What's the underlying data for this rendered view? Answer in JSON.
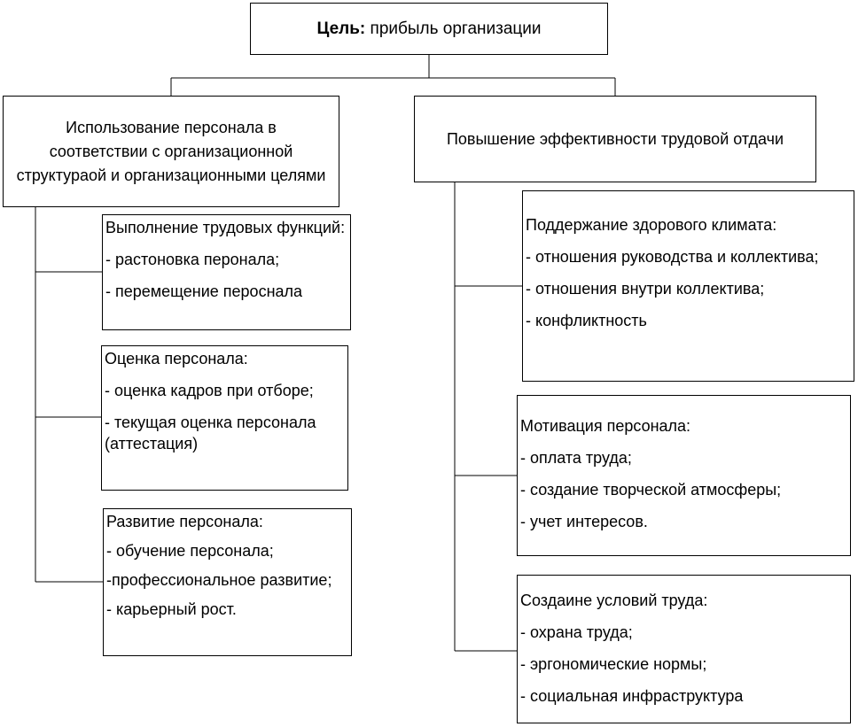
{
  "goal": {
    "prefix": "Цель:",
    "text": "прибыль организации"
  },
  "left": {
    "header": "Использование персонала в соответствии с организационной структураой и организационными целями",
    "boxes": [
      {
        "title": "Выполнение трудовых функций:",
        "items": [
          "- растоновка перонала;",
          "- перемещение  пероснала"
        ]
      },
      {
        "title": "Оценка персонала:",
        "items": [
          "- оценка кадров при отборе;",
          "- текущая оценка персонала (аттестация)"
        ]
      },
      {
        "title": "Развитие персонала:",
        "items": [
          "- обучение персонала;",
          "-профессиональное развитие;",
          "- карьерный рост."
        ]
      }
    ]
  },
  "right": {
    "header": "Повышение эффективности трудовой отдачи",
    "boxes": [
      {
        "title": "Поддержание здорового климата:",
        "items": [
          "- отношения руководства и коллектива;",
          "- отношения внутри коллектива;",
          "- конфликтность"
        ]
      },
      {
        "title": "Мотивация персонала:",
        "items": [
          "- оплата труда;",
          "- создание творческой атмосферы;",
          "- учет интересов."
        ]
      },
      {
        "title": "Создаине условий труда:",
        "items": [
          "- охрана труда;",
          "- эргономические нормы;",
          "- социальная инфраструктура"
        ]
      }
    ]
  }
}
